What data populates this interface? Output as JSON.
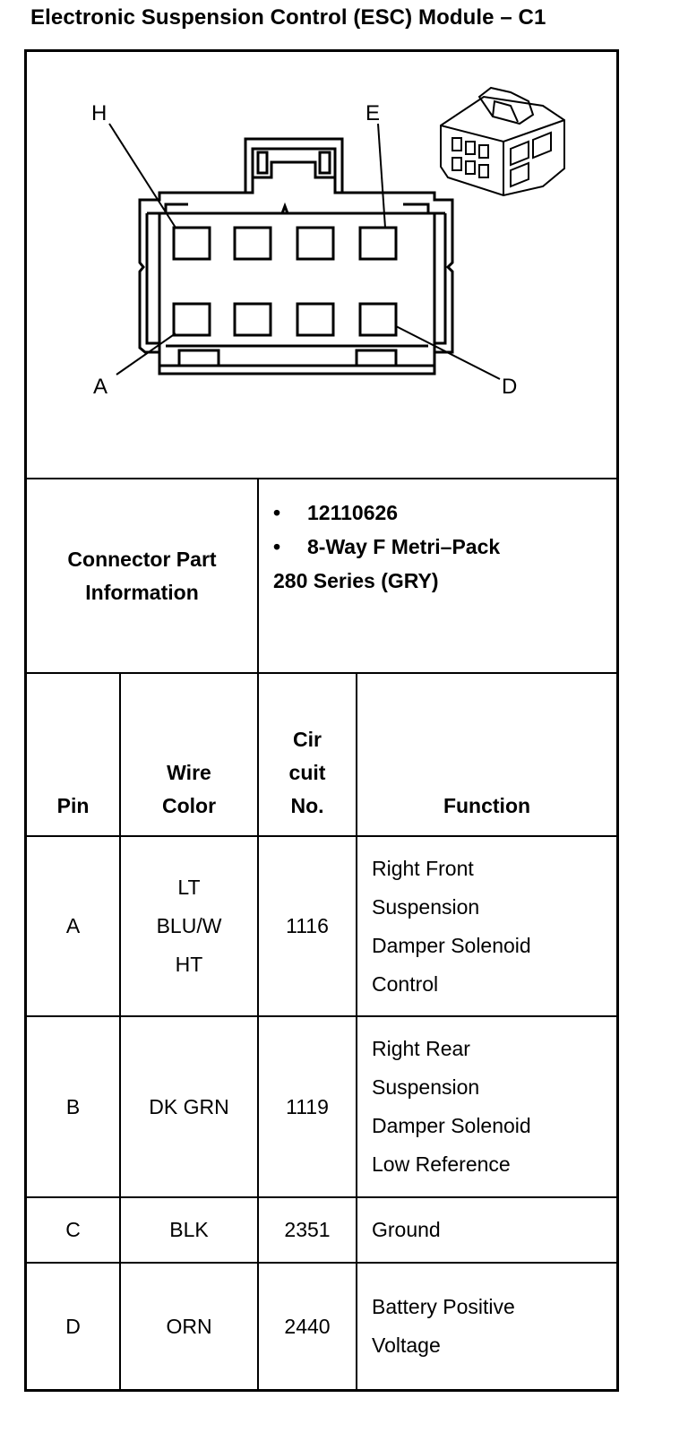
{
  "title": "Electronic Suspension Control (ESC) Module – C1",
  "diagram": {
    "callouts": {
      "h": "H",
      "e": "E",
      "a": "A",
      "d": "D"
    }
  },
  "connector": {
    "label_line1": "Connector Part",
    "label_line2": "Information",
    "bullet_symbol": "•",
    "part_number": "12110626",
    "description_line1": "8-Way F Metri–Pack",
    "description_line2": "280 Series (GRY)"
  },
  "table": {
    "headers": {
      "pin": "Pin",
      "wire_color_1": "Wire",
      "wire_color_2": "Color",
      "circuit_1": "Cir",
      "circuit_2": "cuit",
      "circuit_3": "No.",
      "function": "Function"
    },
    "rows": [
      {
        "pin": "A",
        "wire_lines": [
          "LT",
          "BLU/W",
          "HT"
        ],
        "circuit": "1116",
        "function_lines": [
          "Right Front",
          "Suspension",
          "Damper Solenoid",
          "Control"
        ]
      },
      {
        "pin": "B",
        "wire_lines": [
          "DK GRN"
        ],
        "circuit": "1119",
        "function_lines": [
          "Right Rear",
          "Suspension",
          "Damper Solenoid",
          "Low Reference"
        ]
      },
      {
        "pin": "C",
        "wire_lines": [
          "BLK"
        ],
        "circuit": "2351",
        "function_lines": [
          "Ground"
        ]
      },
      {
        "pin": "D",
        "wire_lines": [
          "ORN"
        ],
        "circuit": "2440",
        "function_lines": [
          "Battery Positive",
          "Voltage"
        ]
      }
    ]
  }
}
